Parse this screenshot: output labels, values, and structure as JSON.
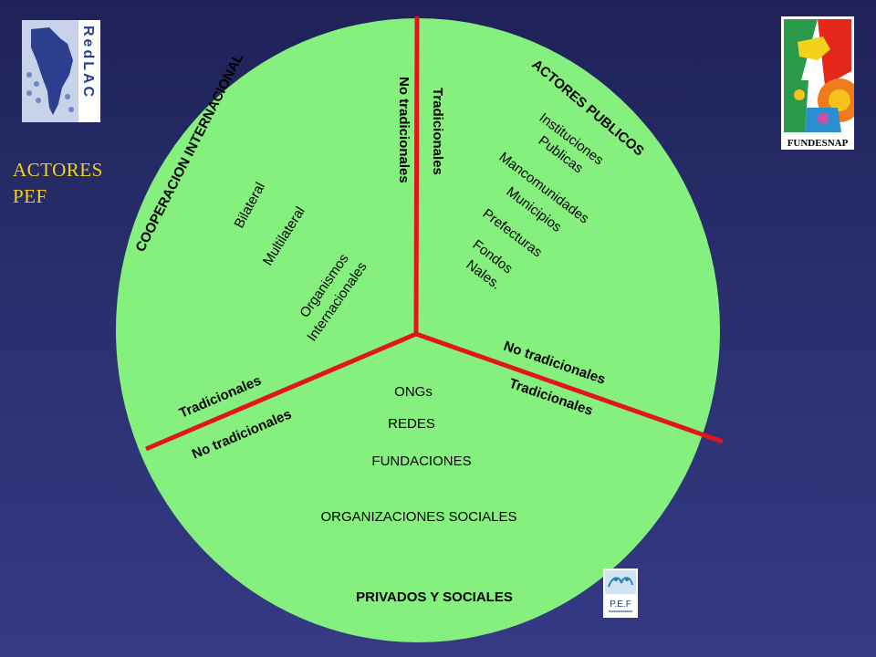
{
  "slide_title": {
    "line1": "ACTORES",
    "line2": "PEF"
  },
  "logos": {
    "redlac": {
      "text": "RedLAC"
    },
    "fundesnap": {
      "text": "FUNDESNAP"
    },
    "pef": {
      "text": "P.E.F"
    }
  },
  "colors": {
    "background": "#2a2f6e",
    "pie": "#86f07e",
    "divider": "#e3151b",
    "title": "#f2d21b",
    "text": "#000000"
  },
  "sectors": {
    "cooperacion": {
      "header": "COOPERACION INTERNACIONAL",
      "items": [
        "Bilateral",
        "Multilateral",
        "Organismos",
        "Internacionales"
      ]
    },
    "publicos": {
      "header": "ACTORES PUBLICOS",
      "items": [
        "Instituciones",
        "Publicas",
        "Mancomunidades",
        "Municipios",
        "Prefecturas",
        "Fondos",
        "Nales."
      ]
    },
    "privados": {
      "header": "PRIVADOS Y SOCIALES",
      "items": [
        "ONGs",
        "REDES",
        "FUNDACIONES",
        "ORGANIZACIONES SOCIALES"
      ]
    }
  },
  "dividers": {
    "vertical": {
      "left": "No tradicionales",
      "right": "Tradicionales"
    },
    "lower_right": {
      "top": "No tradicionales",
      "bottom": "Tradicionales"
    },
    "lower_left": {
      "top": "Tradicionales",
      "bottom": "No tradicionales"
    }
  }
}
